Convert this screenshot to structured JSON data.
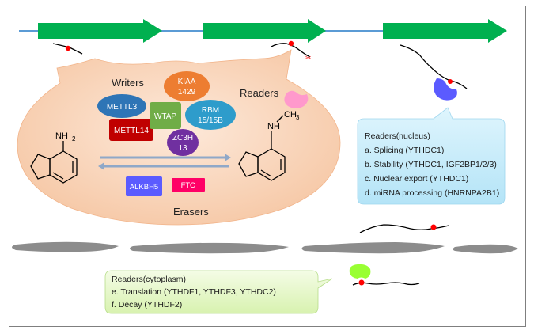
{
  "writers": {
    "title": "Writers",
    "mettl3": "METTL3",
    "mettl14": "METTL14",
    "wtap": "WTAP",
    "kiaa": [
      "KIAA",
      "1429"
    ],
    "rbm": [
      "RBM",
      "15/15B"
    ],
    "zc3h": [
      "ZC3H",
      "13"
    ]
  },
  "erasers": {
    "title": "Erasers",
    "alkbh5": "ALKBH5",
    "fto": "FTO"
  },
  "readers_title": "Readers",
  "molecules": {
    "left_group": "NH",
    "left_sub": "2",
    "right_group": "NH",
    "right_methyl": "CH",
    "right_sub": "3"
  },
  "nucleus_box": {
    "title": "Readers(nucleus)",
    "items": [
      "a. Splicing (YTHDC1)",
      "b. Stability (YTHDC1, IGF2BP1/2/3)",
      "c. Nuclear export (YTHDC1)",
      "d. miRNA processing (HNRNPA2B1)"
    ]
  },
  "cytoplasm_box": {
    "title": "Readers(cytoplasm)",
    "items": [
      "e. Translation (YTHDF1, YTHDF3, YTHDC2)",
      "f. Decay (YTHDF2)"
    ]
  },
  "colors": {
    "gene_arrow": "#00b050",
    "dna_line": "#5b9bd5",
    "nucleus_oval": "#fbe0cc",
    "mettl3": "#2e75b6",
    "mettl14": "#c00000",
    "wtap": "#70ad47",
    "kiaa": "#ed7d31",
    "rbm": "#2e9ccb",
    "zc3h": "#7030a0",
    "alkbh5": "#5b5bff",
    "fto": "#ff0066",
    "reader_pink": "#ff99cc",
    "reader_blue": "#5b5bff",
    "reader_green": "#99ff33",
    "m6a_dot": "#ff0000",
    "nucleus_box": "#c5ecfa",
    "cytoplasm_box": "#e8f8d0",
    "nuclear_envelope": "#8c8c8c"
  }
}
